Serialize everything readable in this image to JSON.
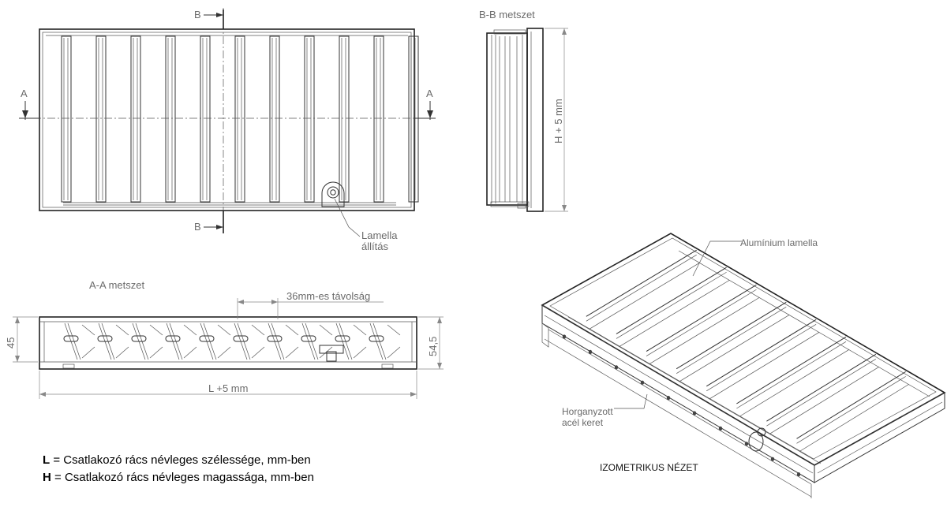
{
  "front_view": {
    "section_marker_b": "B",
    "section_marker_a": "A",
    "adjuster_label_line1": "Lamella",
    "adjuster_label_line2": "állítás"
  },
  "section_bb": {
    "title": "B-B metszet",
    "height_dim": "H + 5 mm"
  },
  "section_aa": {
    "title": "A-A metszet",
    "spacing_note": "36mm-es távolság",
    "left_dim": "45",
    "right_dim": "54,5",
    "width_dim": "L +5 mm"
  },
  "isometric": {
    "caption": "IZOMETRIKUS NÉZET",
    "label_lamella": "Alumínium lamella",
    "label_frame_line1": "Horganyzott",
    "label_frame_line2": "acél keret"
  },
  "legend": [
    {
      "symbol": "L",
      "text": " = Csatlakozó rács névleges szélessége, mm-ben"
    },
    {
      "symbol": "H",
      "text": " = Csatlakozó rács névleges magassága, mm-ben"
    }
  ]
}
